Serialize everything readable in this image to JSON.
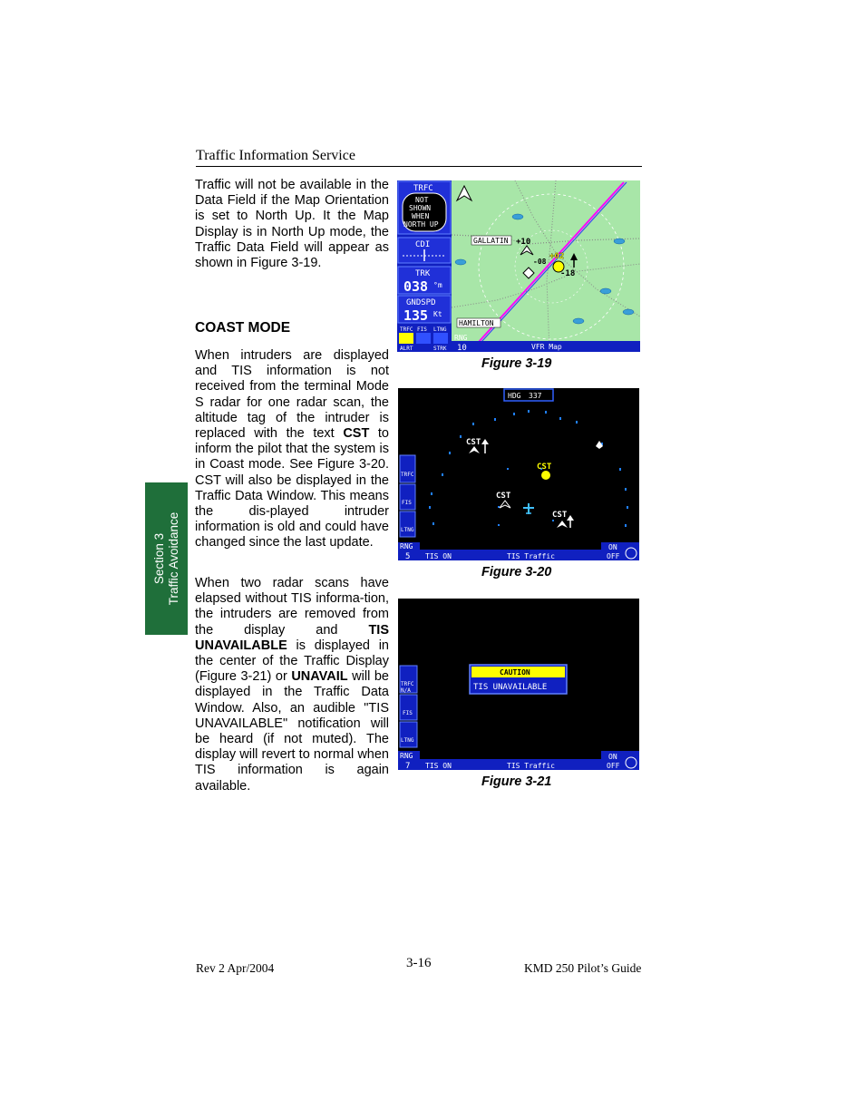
{
  "header": {
    "title": "Traffic Information Service"
  },
  "side_tab": {
    "line1": "Section 3",
    "line2": "Traffic Avoidance"
  },
  "intro": {
    "text": "Traffic will not be available in the Data Field if the Map Orientation is set to North Up. It the Map Display is in North Up mode, the Traffic Data Field will appear as shown in Figure 3-19."
  },
  "coast": {
    "heading": "COAST MODE",
    "p1_a": "When intruders are displayed and TIS information is not received from the terminal Mode S radar for one radar scan, the altitude tag of the intruder is replaced with the text ",
    "p1_b": "CST",
    "p1_c": " to inform the pilot that the system is in Coast mode. See Figure 3-20.  CST will also be displayed in the Traffic Data Window.  This means the dis-played intruder information is old and could have changed since the last update.",
    "p2_a": "When two radar scans have elapsed without TIS informa-tion, the intruders are removed from the display and ",
    "p2_b": "TIS UNAVAILABLE",
    "p2_c": " is displayed in the center of the Traffic Display (Figure 3-21) or ",
    "p2_d": "UNAVAIL",
    "p2_e": " will be displayed in the Traffic Data Window.  Also, an audible \"TIS UNAVAILABLE\" notification will be heard (if not muted).  The display will revert to normal when TIS information is again available."
  },
  "figures": {
    "fig19": {
      "caption": "Figure 3-19",
      "trfc_label": "TRFC",
      "trfc_msg": [
        "NOT",
        "SHOWN",
        "WHEN",
        "NORTH UP"
      ],
      "cdi_label": "CDI",
      "trk_label": "TRK",
      "trk_value": "038",
      "trk_unit": "°m",
      "gndspd_label": "GNDSPD",
      "gndspd_value": "135",
      "gndspd_unit": "Kt",
      "mode_labels": [
        "TRFC",
        "FIS",
        "LTNG"
      ],
      "mode_sub": [
        "ALRT",
        "STRK"
      ],
      "rng_label": "RNG",
      "rng_value": "10",
      "map_title": "VFR Map",
      "places": [
        "GALLATIN",
        "HAMILTON"
      ],
      "traffic_tags": [
        "+10",
        "+02",
        "-08",
        "-18"
      ]
    },
    "fig20": {
      "caption": "Figure 3-20",
      "hdg_label": "HDG",
      "hdg_value": "337",
      "cst_tags": [
        "CST",
        "CST",
        "CST",
        "CST"
      ],
      "side_labels": [
        "TRFC",
        "FIS",
        "LTNG"
      ],
      "rng_label": "RNG",
      "rng_value": "5",
      "tis_status": "TIS ON",
      "title": "TIS Traffic",
      "onoff": [
        "ON",
        "OFF"
      ]
    },
    "fig21": {
      "caption": "Figure 3-21",
      "caution": "CAUTION",
      "unavailable": "TIS UNAVAILABLE",
      "side_labels": [
        "TRFC",
        "N/A",
        "FIS",
        "LTNG"
      ],
      "rng_label": "RNG",
      "rng_value": "7",
      "tis_status": "TIS ON",
      "title": "TIS Traffic",
      "onoff": [
        "ON",
        "OFF"
      ]
    }
  },
  "footer": {
    "left": "Rev 2  Apr/2004",
    "page": "3-16",
    "right": "KMD 250 Pilot’s Guide"
  },
  "colors": {
    "tab_green": "#1f6f3a",
    "map_green": "#a8e6a8",
    "panel_blue": "#1020c0",
    "caution_yellow": "#ffff00"
  }
}
